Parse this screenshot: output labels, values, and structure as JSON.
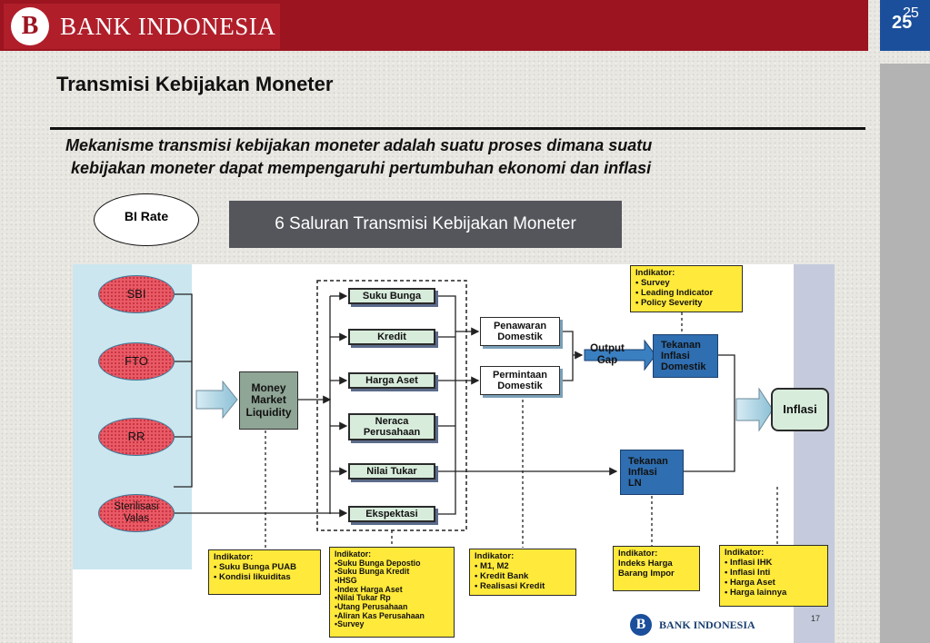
{
  "header": {
    "logo_mark": "B",
    "logo_text": "BANK INDONESIA",
    "slide_number": "25",
    "slide_number_small": "25"
  },
  "title": "Transmisi Kebijakan Moneter",
  "subtitle": {
    "line1": "Mekanisme transmisi kebijakan moneter adalah suatu proses dimana suatu",
    "line2": "kebijakan moneter dapat mempengaruhi pertumbuhan ekonomi dan inflasi"
  },
  "callouts": {
    "bi_rate": "BI Rate",
    "six_channels": "6 Saluran Transmisi Kebijakan Moneter"
  },
  "diagram": {
    "instruments": [
      "SBI",
      "FTO",
      "RR",
      "Sterilisasi Valas"
    ],
    "money_market": "Money Market Liquidity",
    "channels": [
      "Suku Bunga",
      "Kredit",
      "Harga Aset",
      "Neraca Perusahaan",
      "Nilai Tukar",
      "Ekspektasi"
    ],
    "demand": {
      "supply": "Penawaran Domestik",
      "demand": "Permintaan Domestik"
    },
    "output_gap": "Output Gap",
    "domestic_pressure": "Tekanan Inflasi Domestik",
    "foreign_pressure": "Tekanan Inflasi LN",
    "inflation": "Inflasi",
    "indicators": {
      "money_market": {
        "title": "Indikator:",
        "items": [
          "• Suku Bunga PUAB",
          "• Kondisi likuiditas"
        ]
      },
      "channels": {
        "title": "Indikator:",
        "items": [
          "•Suku Bunga Depostio",
          "•Suku Bunga Kredit",
          "•IHSG",
          "•Index Harga Aset",
          "•Nilai Tukar Rp",
          "•Utang Perusahaan",
          "•Aliran Kas Perusahaan",
          "•Survey"
        ]
      },
      "demand": {
        "title": "Indikator:",
        "items": [
          "•  M1, M2",
          "•  Kredit Bank",
          "•  Realisasi Kredit"
        ]
      },
      "foreign": {
        "title": "Indikator:",
        "items": [
          "Indeks Harga",
          "Barang Impor"
        ]
      },
      "inflation": {
        "title": "Indikator:",
        "items": [
          "• Inflasi IHK",
          "• Inflasi Inti",
          "• Harga Aset",
          "• Harga lainnya"
        ]
      },
      "domestic": {
        "title": "Indikator:",
        "items": [
          "• Survey",
          "• Leading Indicator",
          "• Policy Severity"
        ]
      }
    },
    "page_number": "17",
    "footer_logo_text": "BANK INDONESIA",
    "footer_logo_mark": "B"
  }
}
